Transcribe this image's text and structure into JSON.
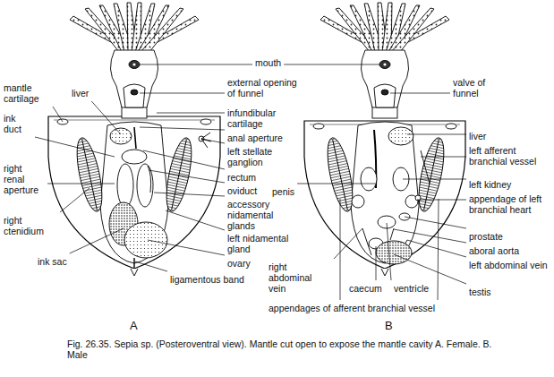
{
  "diagram": {
    "caption": "Fig. 26.35. Sepia sp. (Posteroventral view). Mantle cut open to expose the mantle cavity A. Female. B. Male",
    "labels": [
      "mouth",
      "external opening of funnel",
      "valve of funnel",
      "mantle cartilage",
      "liver",
      "ink duct",
      "infundibular cartilage",
      "anal aperture",
      "left stellate ganglion",
      "liver",
      "left afferent branchial vessel",
      "rectum",
      "penis",
      "right renal aperture",
      "oviduct",
      "left kidney",
      "accessory nidamental glands",
      "appendage of left branchial heart",
      "right ctenidium",
      "left nidamental gland",
      "prostate",
      "ovary",
      "right abdominal vein",
      "aboral aorta",
      "ink sac",
      "ligamentous band",
      "caecum",
      "left abdominal vein",
      "testis",
      "ventricle",
      "appendages of afferent branchial vessel",
      "A",
      "B"
    ]
  }
}
